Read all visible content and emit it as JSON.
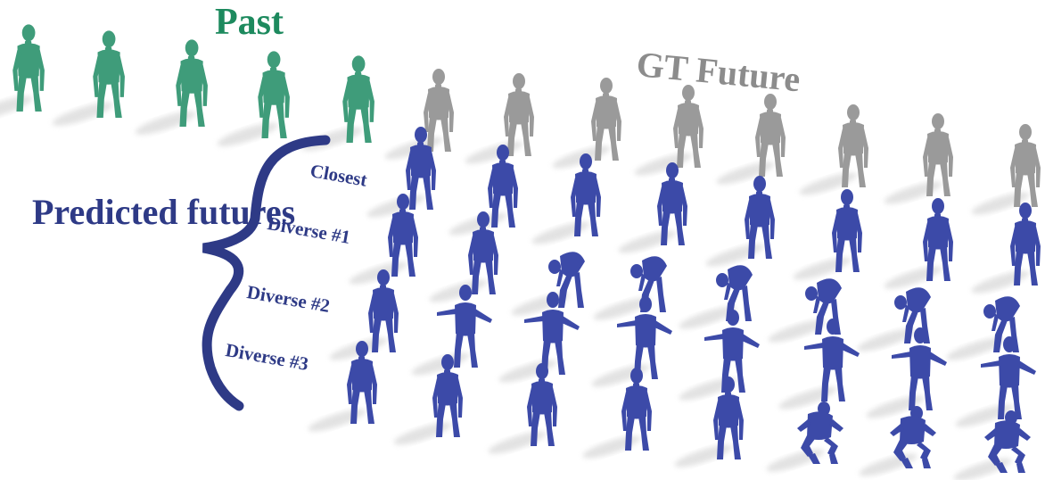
{
  "labels": {
    "past": "Past",
    "gt_future": "GT Future",
    "predicted_futures": "Predicted futures",
    "rows": [
      "Closest",
      "Diverse #1",
      "Diverse #2",
      "Diverse #3"
    ]
  },
  "colors": {
    "past_figures": "#3f9c7a",
    "past_label": "#1d8a5e",
    "gt_figures": "#9a9a9a",
    "gt_label": "#8c8c8c",
    "predicted_figures": "#3c4aa8",
    "predicted_label": "#2e3a86",
    "shadow": "#d9d9d9"
  }
}
